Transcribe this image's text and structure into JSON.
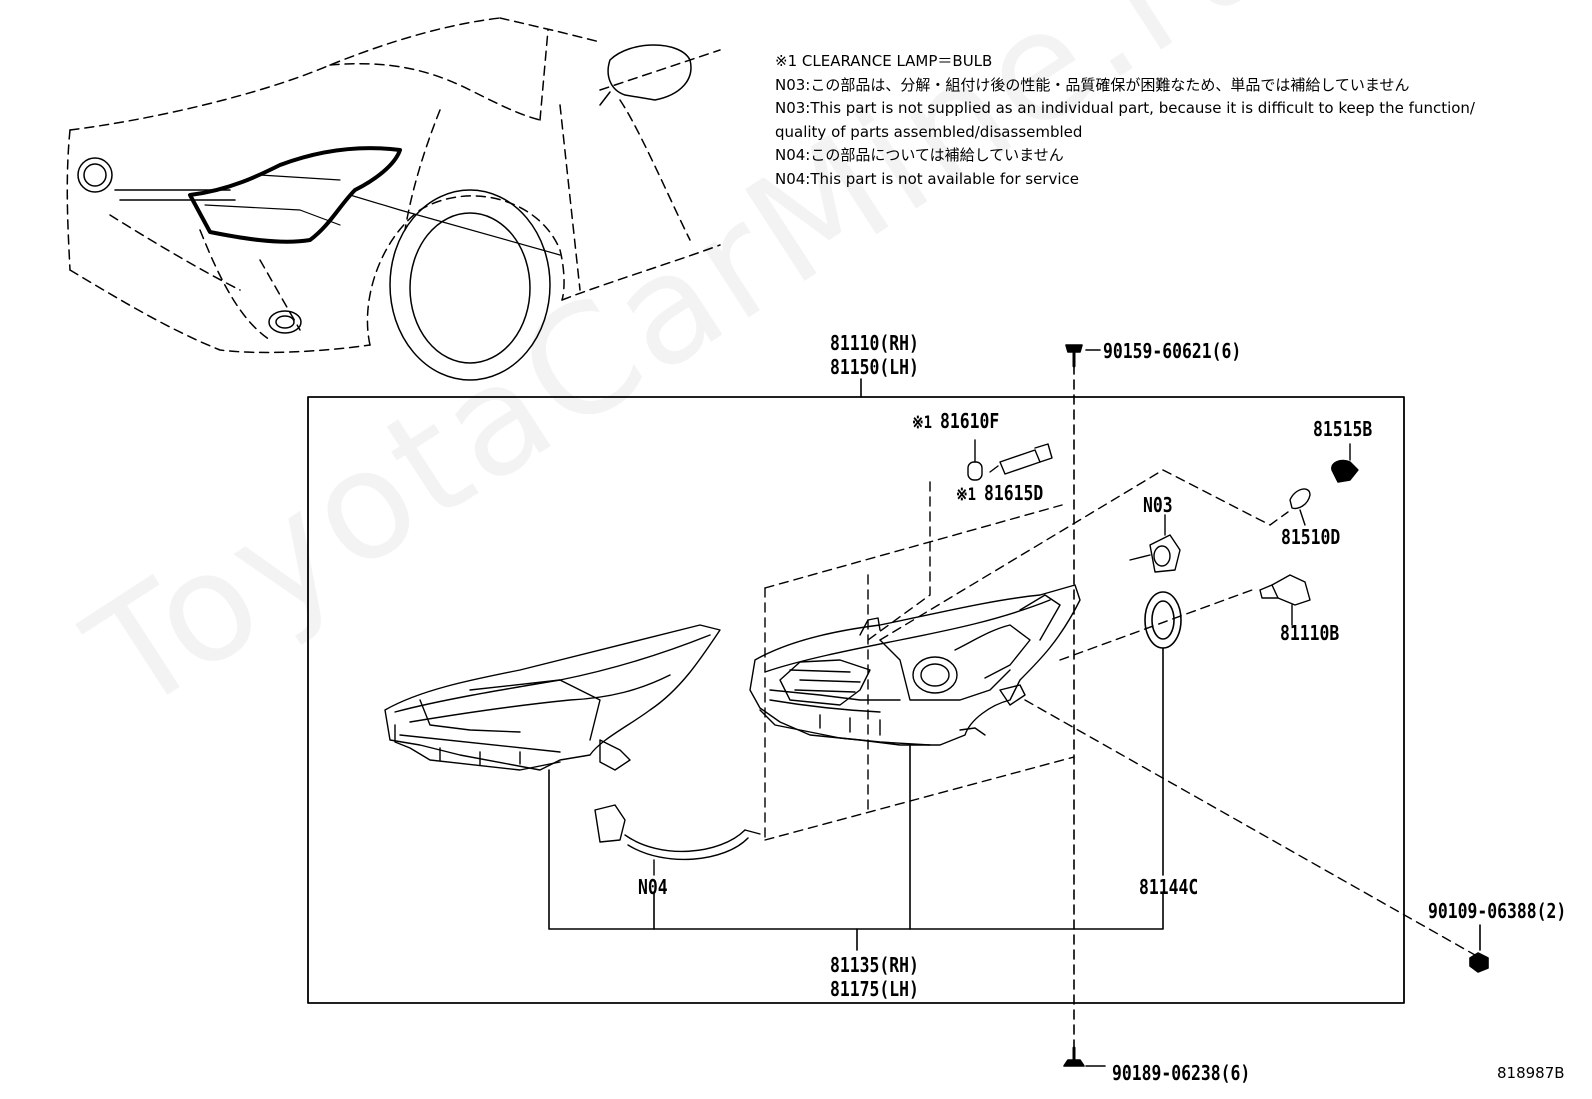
{
  "notes": [
    "※1 CLEARANCE LAMP＝BULB",
    "N03:この部品は、分解・組付け後の性能・品質確保が困難なため、単品では補給していません",
    "N03:This part is not supplied as an individual part, because it is difficult to keep the function/",
    "quality of parts assembled/disassembled",
    "N04:この部品については補給していません",
    "N04:This part is not available for service"
  ],
  "labels": {
    "assembly": [
      "81110(RH)",
      "81150(LH)"
    ],
    "housing": [
      "81135(RH)",
      "81175(LH)"
    ],
    "bolt_top": "90159-60621(6)",
    "bolt_bottom": "90189-06238(6)",
    "screw_right": "90109-06388(2)",
    "bulb_clearance": "81610F",
    "socket_clearance": "81615D",
    "mark": "※1",
    "cap": "81515B",
    "seal_small": "81510D",
    "n03": "N03",
    "headlamp_bulb": "81110B",
    "n04": "N04",
    "cover": "81144C"
  },
  "diagram_id": "818987B",
  "watermark": "ToyotaCarMine.ru"
}
